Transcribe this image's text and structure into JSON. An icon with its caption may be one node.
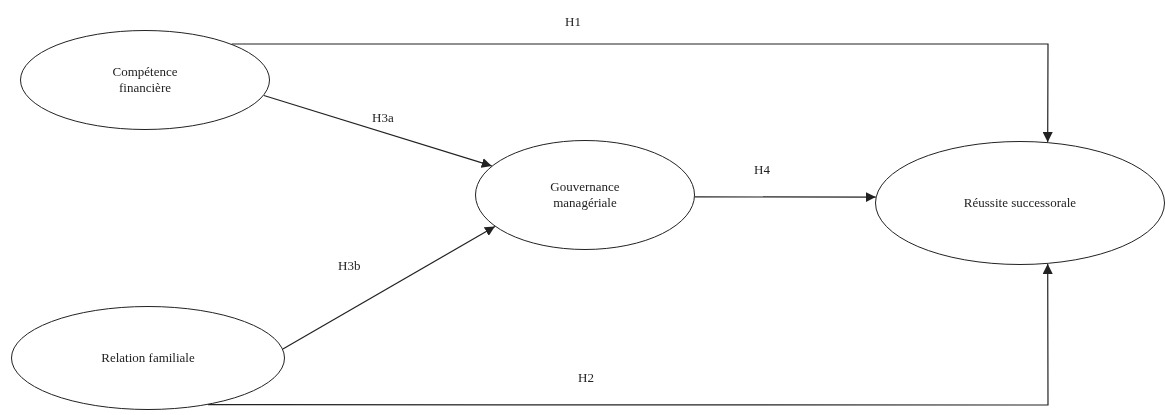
{
  "diagram": {
    "nodes": [
      {
        "text": [
          "Compétence financière"
        ]
      },
      {
        "text": [
          "Gouvernance managériale"
        ]
      },
      {
        "text": [
          "Réussite successorale"
        ]
      },
      {
        "text": [
          "Relation familiale"
        ]
      }
    ],
    "edges": [
      {
        "from": 0,
        "to": 2,
        "arrow": "to",
        "label": "H1"
      },
      {
        "from": 0,
        "to": 1,
        "arrow": "to",
        "label": "H3a"
      },
      {
        "from": 1,
        "to": 2,
        "arrow": "to",
        "label": "H4"
      },
      {
        "from": 3,
        "to": 1,
        "arrow": "to",
        "label": "H3b"
      },
      {
        "from": 3,
        "to": 2,
        "arrow": "to",
        "label": "H2"
      }
    ]
  }
}
